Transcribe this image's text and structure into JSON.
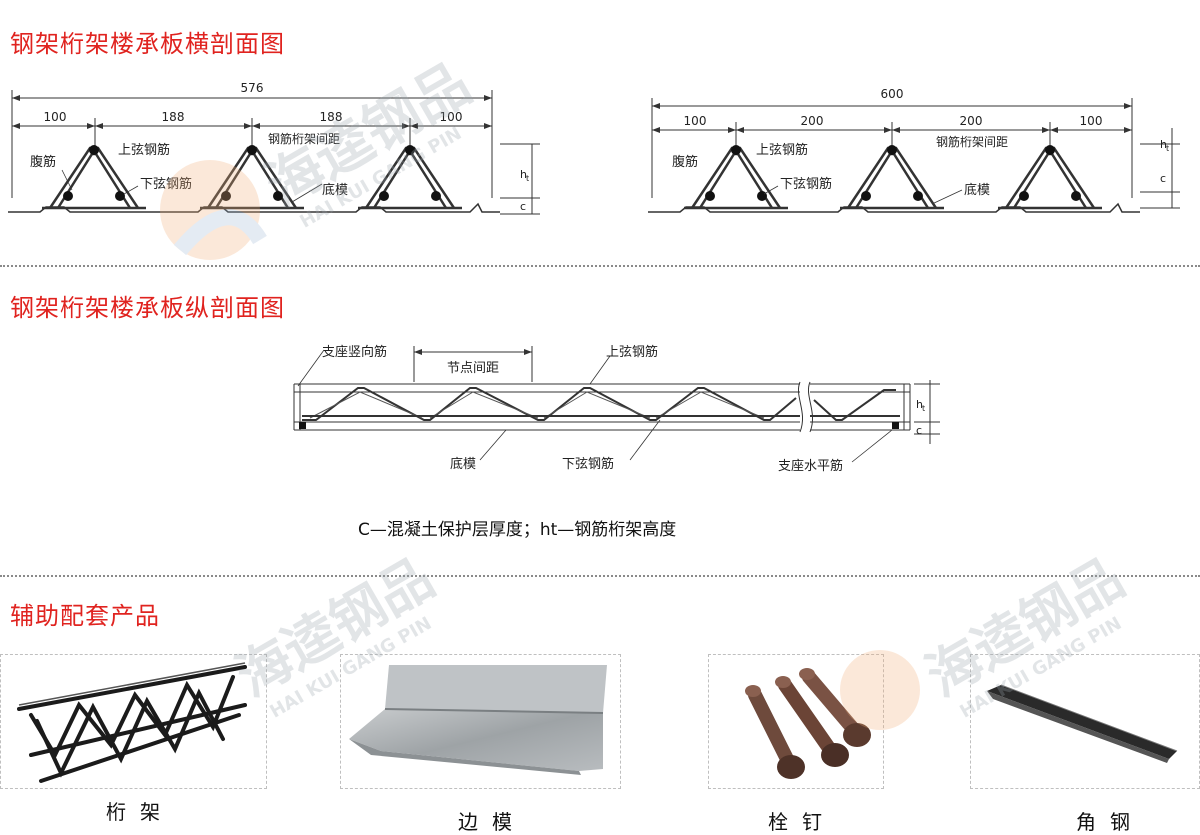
{
  "cross_section": {
    "title": "钢架桁架楼承板横剖面图",
    "left": {
      "total": "576",
      "segments": [
        "100",
        "188",
        "188",
        "100"
      ],
      "labels": {
        "web": "腹筋",
        "top_chord": "上弦钢筋",
        "bottom_chord": "下弦钢筋",
        "spacing": "钢筋桁架间距",
        "base": "底模",
        "ht": "h",
        "ht_sub": "t",
        "c": "c"
      }
    },
    "right": {
      "total": "600",
      "segments": [
        "100",
        "200",
        "200",
        "100"
      ],
      "labels": {
        "web": "腹筋",
        "top_chord": "上弦钢筋",
        "bottom_chord": "下弦钢筋",
        "spacing": "钢筋桁架间距",
        "base": "底模",
        "ht": "h",
        "ht_sub": "t",
        "c": "c"
      }
    }
  },
  "long_section": {
    "title": "钢架桁架楼承板纵剖面图",
    "labels": {
      "support_vertical": "支座竖向筋",
      "node_spacing": "节点间距",
      "top_chord": "上弦钢筋",
      "base": "底模",
      "bottom_chord": "下弦钢筋",
      "support_horizontal": "支座水平筋",
      "ht": "h",
      "ht_sub": "t",
      "c": "c"
    },
    "note": "C—混凝土保护层厚度；ht—钢筋桁架高度"
  },
  "products": {
    "title": "辅助配套产品",
    "items": [
      {
        "label": "桁架",
        "icon": "truss-photo"
      },
      {
        "label": "边模",
        "icon": "edge-form-photo"
      },
      {
        "label": "栓钉",
        "icon": "shear-stud-photo"
      },
      {
        "label": "角钢",
        "icon": "angle-steel-photo"
      }
    ]
  },
  "watermark": {
    "brand": "海逵钢品",
    "pinyin": "HAI KUI GANG PIN"
  },
  "colors": {
    "title_red": "#e0231f",
    "line": "#333333",
    "watermark_orange": "#f3b07a",
    "watermark_blue": "#9fb8d6"
  }
}
